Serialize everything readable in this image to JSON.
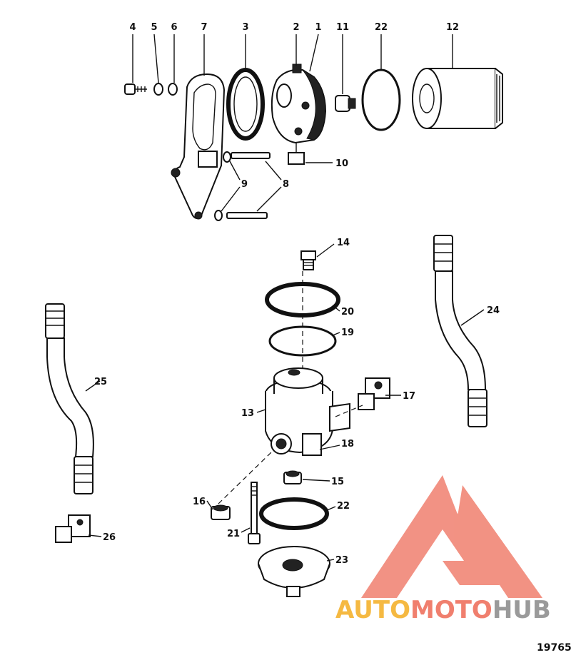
{
  "labels": {
    "l1": "1",
    "l2": "2",
    "l3": "3",
    "l4": "4",
    "l5": "5",
    "l6": "6",
    "l7": "7",
    "l8": "8",
    "l9": "9",
    "l10": "10",
    "l11": "11",
    "l12": "12",
    "l13": "13",
    "l14": "14",
    "l15": "15",
    "l16": "16",
    "l17": "17",
    "l18": "18",
    "l19": "19",
    "l20": "20",
    "l21": "21",
    "l22a": "22",
    "l22b": "22",
    "l23": "23",
    "l24": "24",
    "l25": "25",
    "l26": "26"
  },
  "reference_number": "19765",
  "watermark": {
    "part1": "AUTO",
    "part2": "MOTO",
    "part3": "HUB"
  },
  "colors": {
    "watermark_red": "#f07f6e",
    "watermark_orange": "#f5b942",
    "watermark_gray": "#9a9a9a"
  }
}
